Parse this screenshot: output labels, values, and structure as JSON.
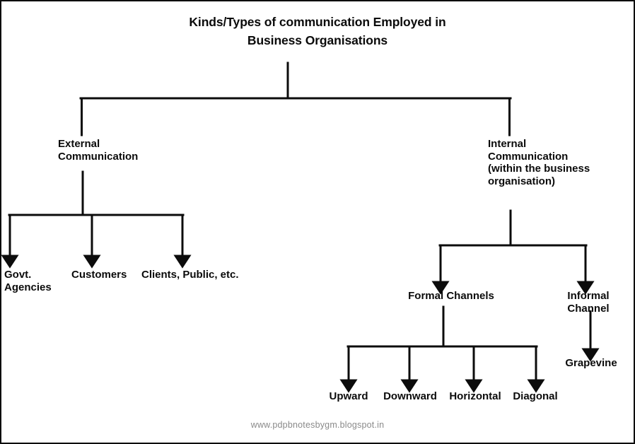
{
  "diagram": {
    "title": "Kinds/Types of communication Employed in\nBusiness Organisations",
    "title_line1": "Kinds/Types of communication Employed in",
    "title_line2": "Business Organisations",
    "root": {
      "label": "Kinds/Types of communication Employed in Business Organisations"
    },
    "branches": [
      {
        "id": "external",
        "label": "External\nCommunication",
        "children": [
          {
            "id": "govt-agencies",
            "label": "Govt.\nAgencies"
          },
          {
            "id": "customers",
            "label": "Customers"
          },
          {
            "id": "clients-public",
            "label": "Clients, Public, etc."
          }
        ]
      },
      {
        "id": "internal",
        "label": "Internal\nCommunication\n(within the business\norganisation)",
        "children": [
          {
            "id": "formal-channels",
            "label": "Formal Channels",
            "children": [
              {
                "id": "upward",
                "label": "Upward"
              },
              {
                "id": "downward",
                "label": "Downward"
              },
              {
                "id": "horizontal",
                "label": "Horizontal"
              },
              {
                "id": "diagonal",
                "label": "Diagonal"
              }
            ]
          },
          {
            "id": "informal-channel",
            "label": "Informal Channel",
            "children": [
              {
                "id": "grapevine",
                "label": "Grapevine"
              }
            ]
          }
        ]
      }
    ],
    "watermark": "www.pdpbnotesbygm.blogspot.in",
    "colors": {
      "ink": "#0b0b0b",
      "line": "#0c0c0c",
      "background": "#ffffff",
      "watermark": "#8a8a8a",
      "border": "#0c0c0c"
    }
  }
}
